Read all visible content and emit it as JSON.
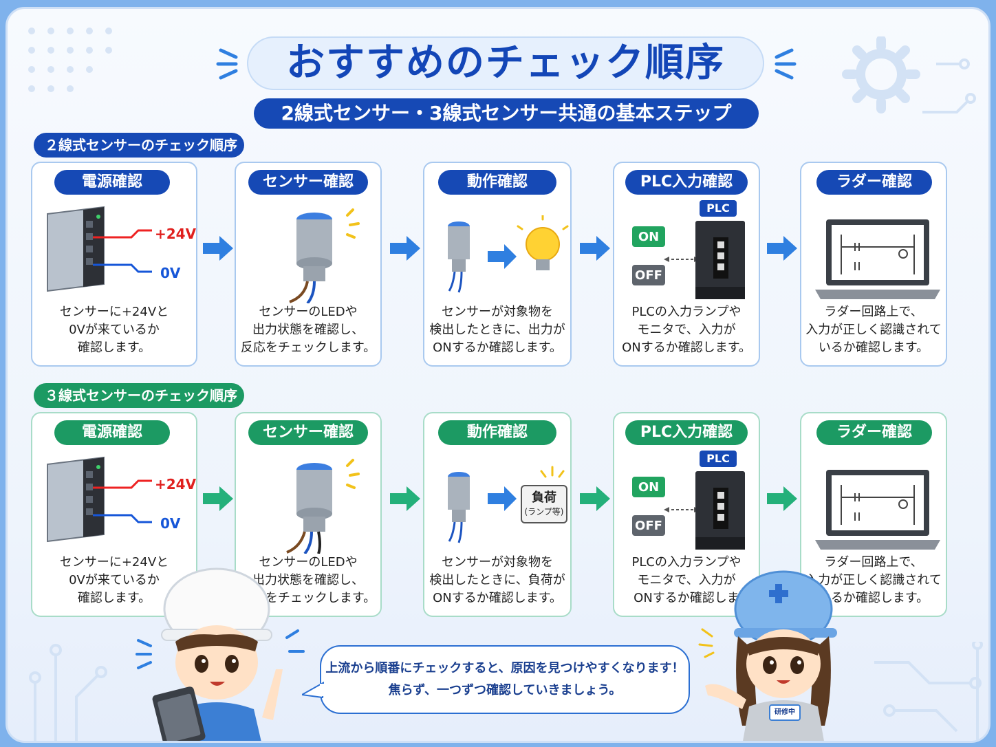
{
  "title": "おすすめのチェック順序",
  "subtitle": "2線式センサー・3線式センサー共通の基本ステップ",
  "colors": {
    "blue": "#1649b5",
    "green": "#1c9a63",
    "arrow_blue": "#2f7fe0",
    "arrow_green": "#24b07a"
  },
  "two_wire": {
    "heading": "２線式センサーのチェック順序",
    "steps": [
      {
        "title": "電源確認",
        "desc": "センサーに+24Vと\n0Vが来ているか\n確認します。",
        "plus": "+24V",
        "zero": "0V"
      },
      {
        "title": "センサー確認",
        "desc": "センサーのLEDや\n出力状態を確認し、\n反応をチェックします。"
      },
      {
        "title": "動作確認",
        "desc": "センサーが対象物を\n検出したときに、出力が\nONするか確認します。"
      },
      {
        "title": "PLC入力確認",
        "desc": "PLCの入力ランプや\nモニタで、入力が\nONするか確認します。",
        "plc": "PLC",
        "on": "ON",
        "off": "OFF"
      },
      {
        "title": "ラダー確認",
        "desc": "ラダー回路上で、\n入力が正しく認識されて\nいるか確認します。"
      }
    ]
  },
  "three_wire": {
    "heading": "３線式センサーのチェック順序",
    "steps": [
      {
        "title": "電源確認",
        "desc": "センサーに+24Vと\n0Vが来ているか\n確認します。",
        "plus": "+24V",
        "zero": "0V"
      },
      {
        "title": "センサー確認",
        "desc": "センサーのLEDや\n出力状態を確認し、\n反応をチェックします。"
      },
      {
        "title": "動作確認",
        "desc": "センサーが対象物を\n検出したときに、負荷が\nONするか確認します。",
        "load": "負荷",
        "load_sub": "(ランプ等)"
      },
      {
        "title": "PLC入力確認",
        "desc": "PLCの入力ランプや\nモニタで、入力が\nONするか確認しま",
        "plc": "PLC",
        "on": "ON",
        "off": "OFF"
      },
      {
        "title": "ラダー確認",
        "desc": "ラダー回路上で、\n入力が正しく認識されて\nいるか確認します。"
      }
    ]
  },
  "bubble": {
    "line1": "上流から順番にチェックすると、原因を見つけやすくなります！",
    "line2": "焦らず、一つずつ確認していきましょう。"
  },
  "badge": "研修中"
}
